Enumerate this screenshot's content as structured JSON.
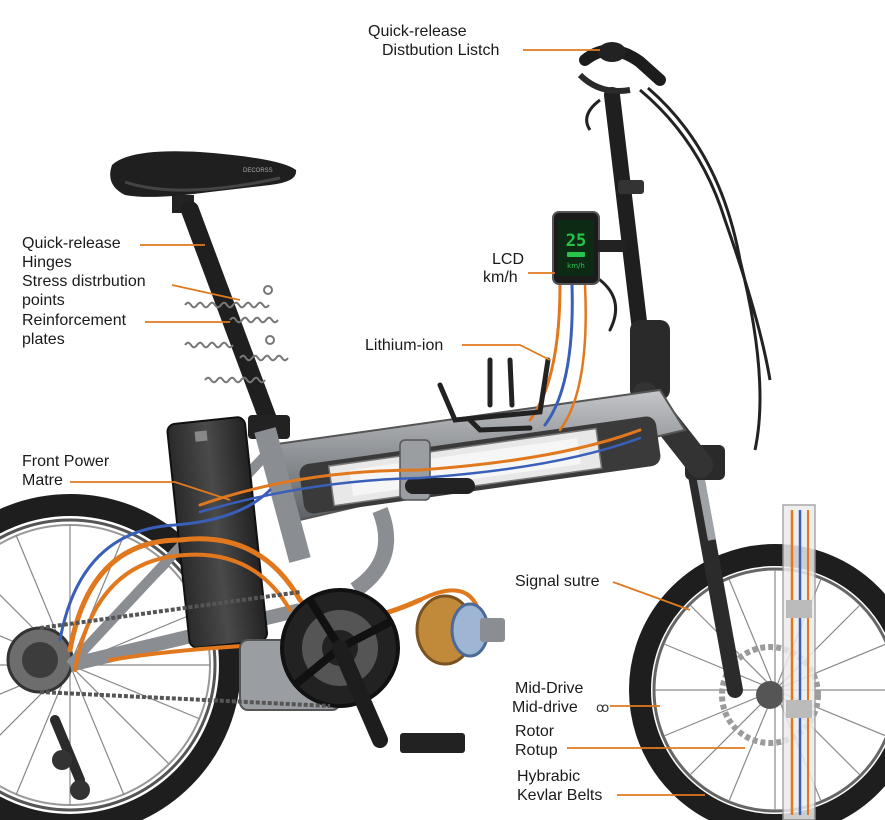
{
  "labels": {
    "top_quick_release": "Quick-release",
    "top_distribution_latch": "Distbution Listch",
    "quick_release_hinges_1": "Quick-release",
    "quick_release_hinges_2": "Hinges",
    "stress_points_1": "Stress distrbution",
    "stress_points_2": "points",
    "reinforcement_1": "Reinforcement",
    "reinforcement_2": "plates",
    "lcd_1": "LCD",
    "lcd_2": "km/h",
    "lithium_ion": "Lithium-ion",
    "front_power_1": "Front Power",
    "front_power_2": "Matre",
    "signal_sutre": "Signal sutre",
    "mid_drive_1": "Mid-Drive",
    "mid_drive_2": "Mid-drive",
    "rotor_1": "Rotor",
    "rotor_2": "Rotup",
    "hybrabic": "Hybrabic",
    "kevlar": "Kevlar Belts"
  },
  "display": {
    "speed": "25",
    "unit": "km/h"
  },
  "saddle_text": "DECORSS",
  "colors": {
    "leader": "#e07a1f",
    "frame": "#8f9296",
    "tire": "#1e1e1e",
    "wire_orange": "#e2781e",
    "wire_blue": "#3a5fb8",
    "lcd_green": "#27c44a"
  }
}
